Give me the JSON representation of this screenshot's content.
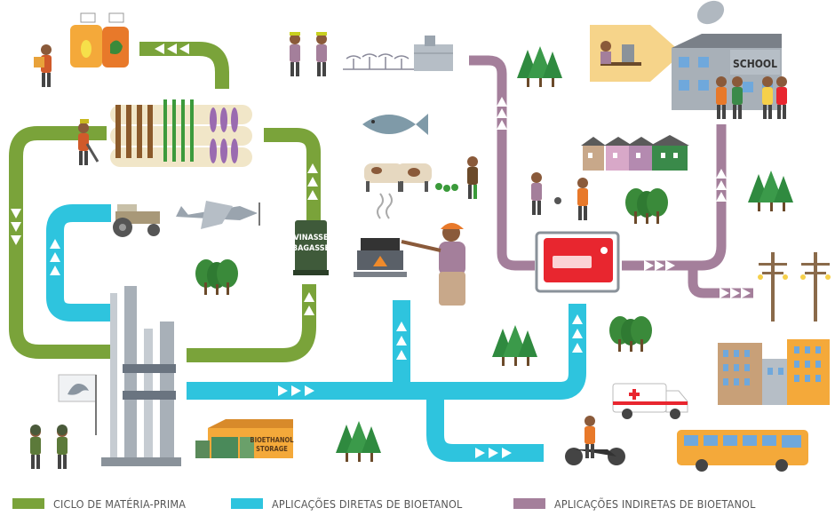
{
  "colors": {
    "raw_material": "#7aa33a",
    "direct": "#2ec4de",
    "indirect": "#a47f9b",
    "generator_red": "#e8262f",
    "storage_orange": "#f4a93a"
  },
  "labels": {
    "vinasse_bagasse": "VINASSE BAGASSE",
    "school": "SCHOOL",
    "bioethanol_storage": "BIOETHANOL STORAGE"
  },
  "legend": [
    {
      "label": "CICLO DE MATÉRIA-PRIMA",
      "color": "#7aa33a"
    },
    {
      "label": "APLICAÇÕES DIRETAS DE BIOETANOL",
      "color": "#2ec4de"
    },
    {
      "label": "APLICAÇÕES INDIRETAS DE BIOETANOL",
      "color": "#a47f9b"
    }
  ]
}
